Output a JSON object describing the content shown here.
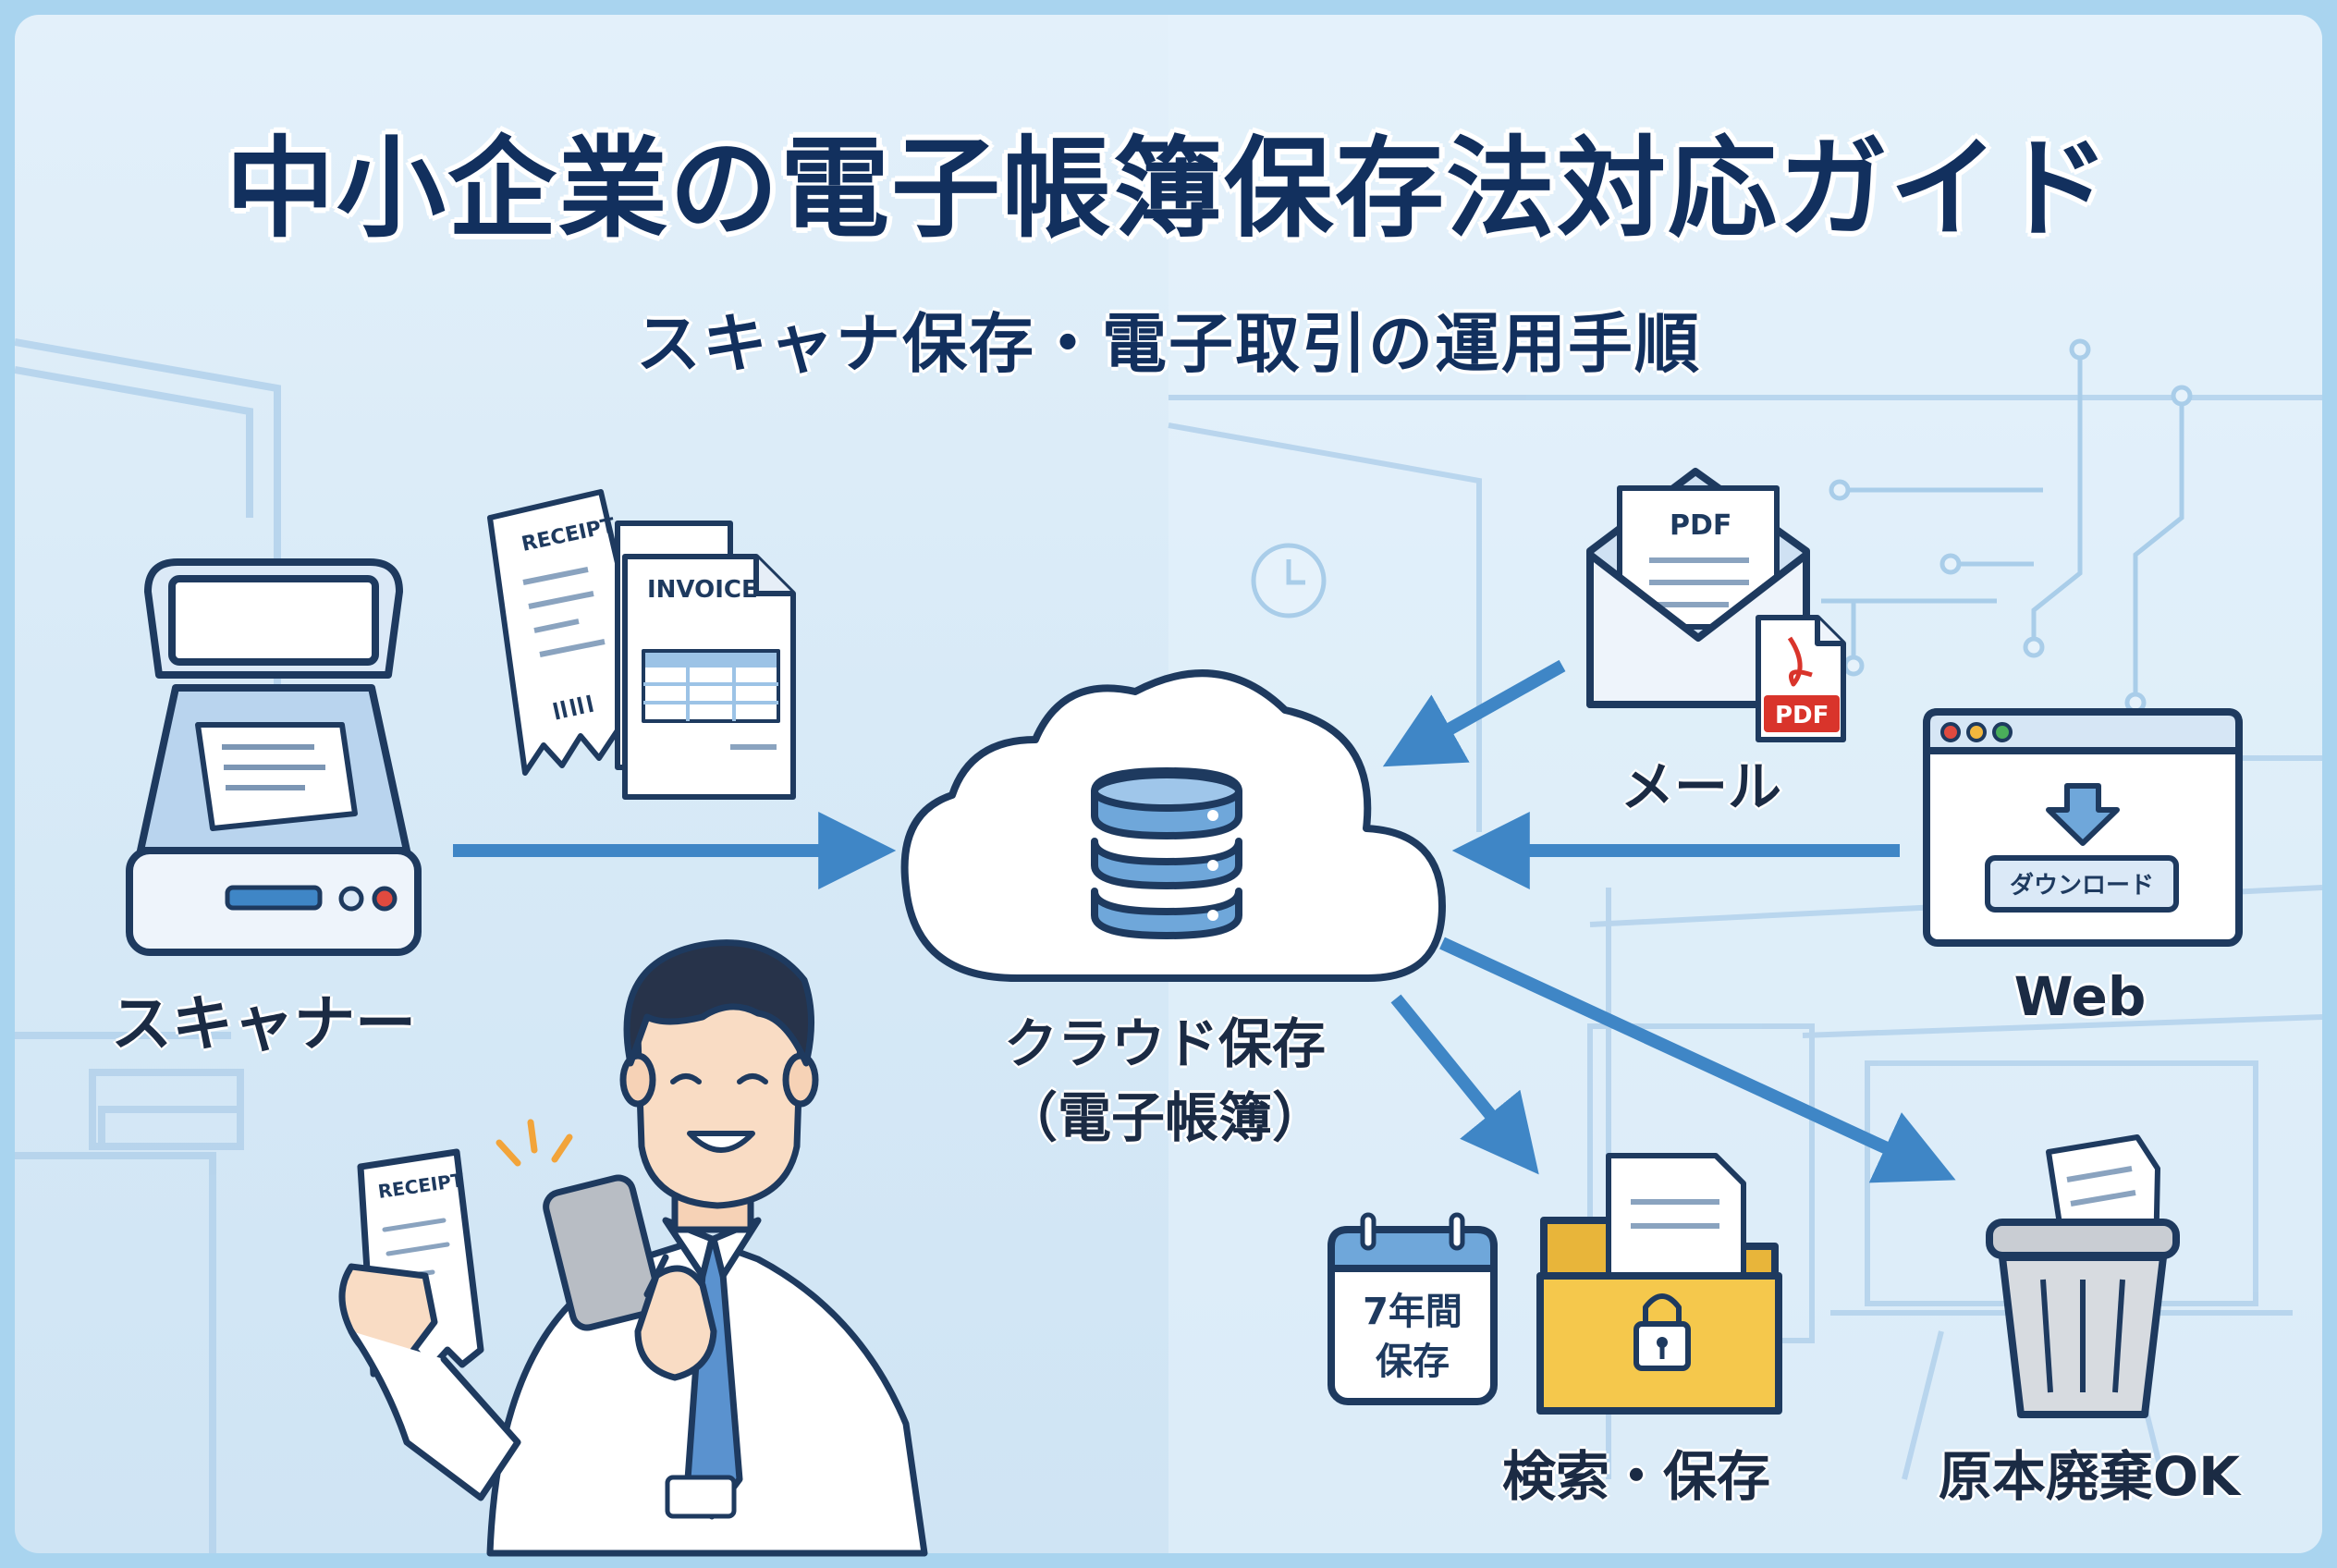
{
  "title": "中小企業の電子帳簿保存法対応ガイド",
  "subtitle": "スキャナ保存・電子取引の運用手順",
  "nodes": {
    "scanner": "スキャナー",
    "cloud_line1": "クラウド保存",
    "cloud_line2": "（電子帳簿）",
    "email": "メール",
    "web": "Web",
    "search_save": "検索・保存",
    "discard": "原本廃棄OK"
  },
  "documents": {
    "receipt": "RECEIPT",
    "invoice": "INVOICE",
    "pdf_letter": "PDF",
    "pdf_file": "PDF",
    "download_button": "ダウンロード",
    "calendar_line1": "7年間",
    "calendar_line2": "保存"
  },
  "colors": {
    "title": "#12305e",
    "arrow": "#3f86c6",
    "outline": "#1e3a5f",
    "folder": "#f5c84c",
    "device_fill": "#dbe9f7",
    "pdf_red": "#d9342b"
  },
  "icons": [
    "scanner-icon",
    "receipt-icon",
    "invoice-icon",
    "cloud-database-icon",
    "email-icon",
    "pdf-file-icon",
    "browser-download-icon",
    "calendar-icon",
    "locked-folder-icon",
    "trash-bin-icon",
    "smartphone-icon",
    "person-illustration"
  ]
}
